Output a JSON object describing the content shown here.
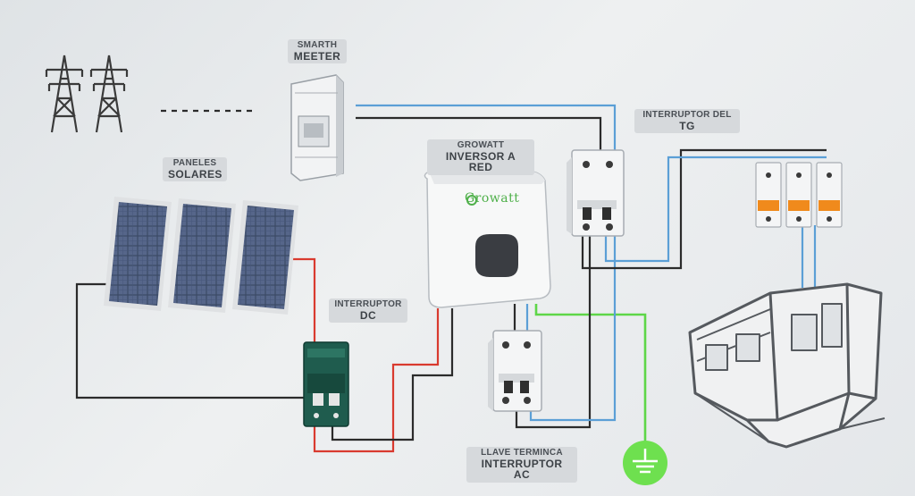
{
  "labels": {
    "meter": {
      "line1": "SMARTH",
      "line2": "MEETER"
    },
    "panels": {
      "line1": "PANELES",
      "line2": "SOLARES"
    },
    "inverter": {
      "line1": "GROWATT",
      "line2": "INVERSOR A RED"
    },
    "tg": {
      "line1": "INTERRUPTOR DEL",
      "line2": "TG"
    },
    "dc": {
      "line1": "INTERRUPTOR",
      "line2": "DC"
    },
    "ac": {
      "line1": "LLAVE TERMINCA",
      "line2": "INTERRUPTOR AC"
    }
  },
  "inverter_brand": "Growatt",
  "colors": {
    "wire_black": "#2b2b2b",
    "wire_blue": "#5b9fd6",
    "wire_red": "#d93a2f",
    "wire_green": "#5ed648",
    "dc_breaker": "#1f5c4e",
    "breaker_handle": "#f08a1c"
  },
  "icons": [
    "transmission-tower-icon",
    "ground-icon"
  ]
}
